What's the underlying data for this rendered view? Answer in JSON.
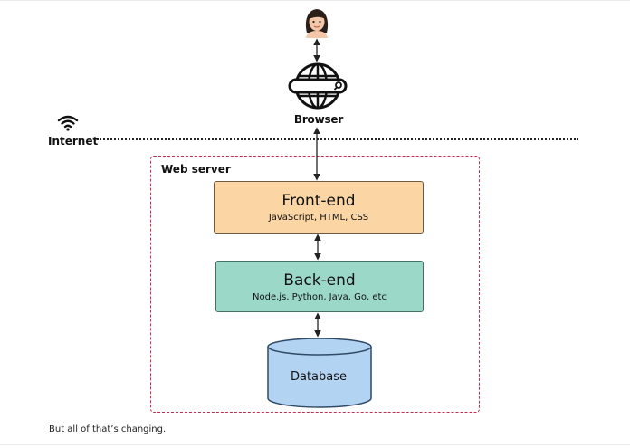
{
  "diagram": {
    "browser_label": "Browser",
    "internet_label": "Internet",
    "web_server_label": "Web server",
    "frontend": {
      "title": "Front-end",
      "subtitle": "JavaScript, HTML, CSS"
    },
    "backend": {
      "title": "Back-end",
      "subtitle": "Node.js, Python, Java, Go, etc"
    },
    "database_label": "Database"
  },
  "caption": "But all of that’s changing.",
  "icons": {
    "user": "woman-avatar-icon",
    "browser": "globe-browser-icon",
    "internet": "wifi-icon"
  },
  "colors": {
    "frontend_fill": "#fbd5a3",
    "backend_fill": "#9cd8c8",
    "database_fill": "#b3d3f2",
    "server_border": "#c0304e"
  }
}
